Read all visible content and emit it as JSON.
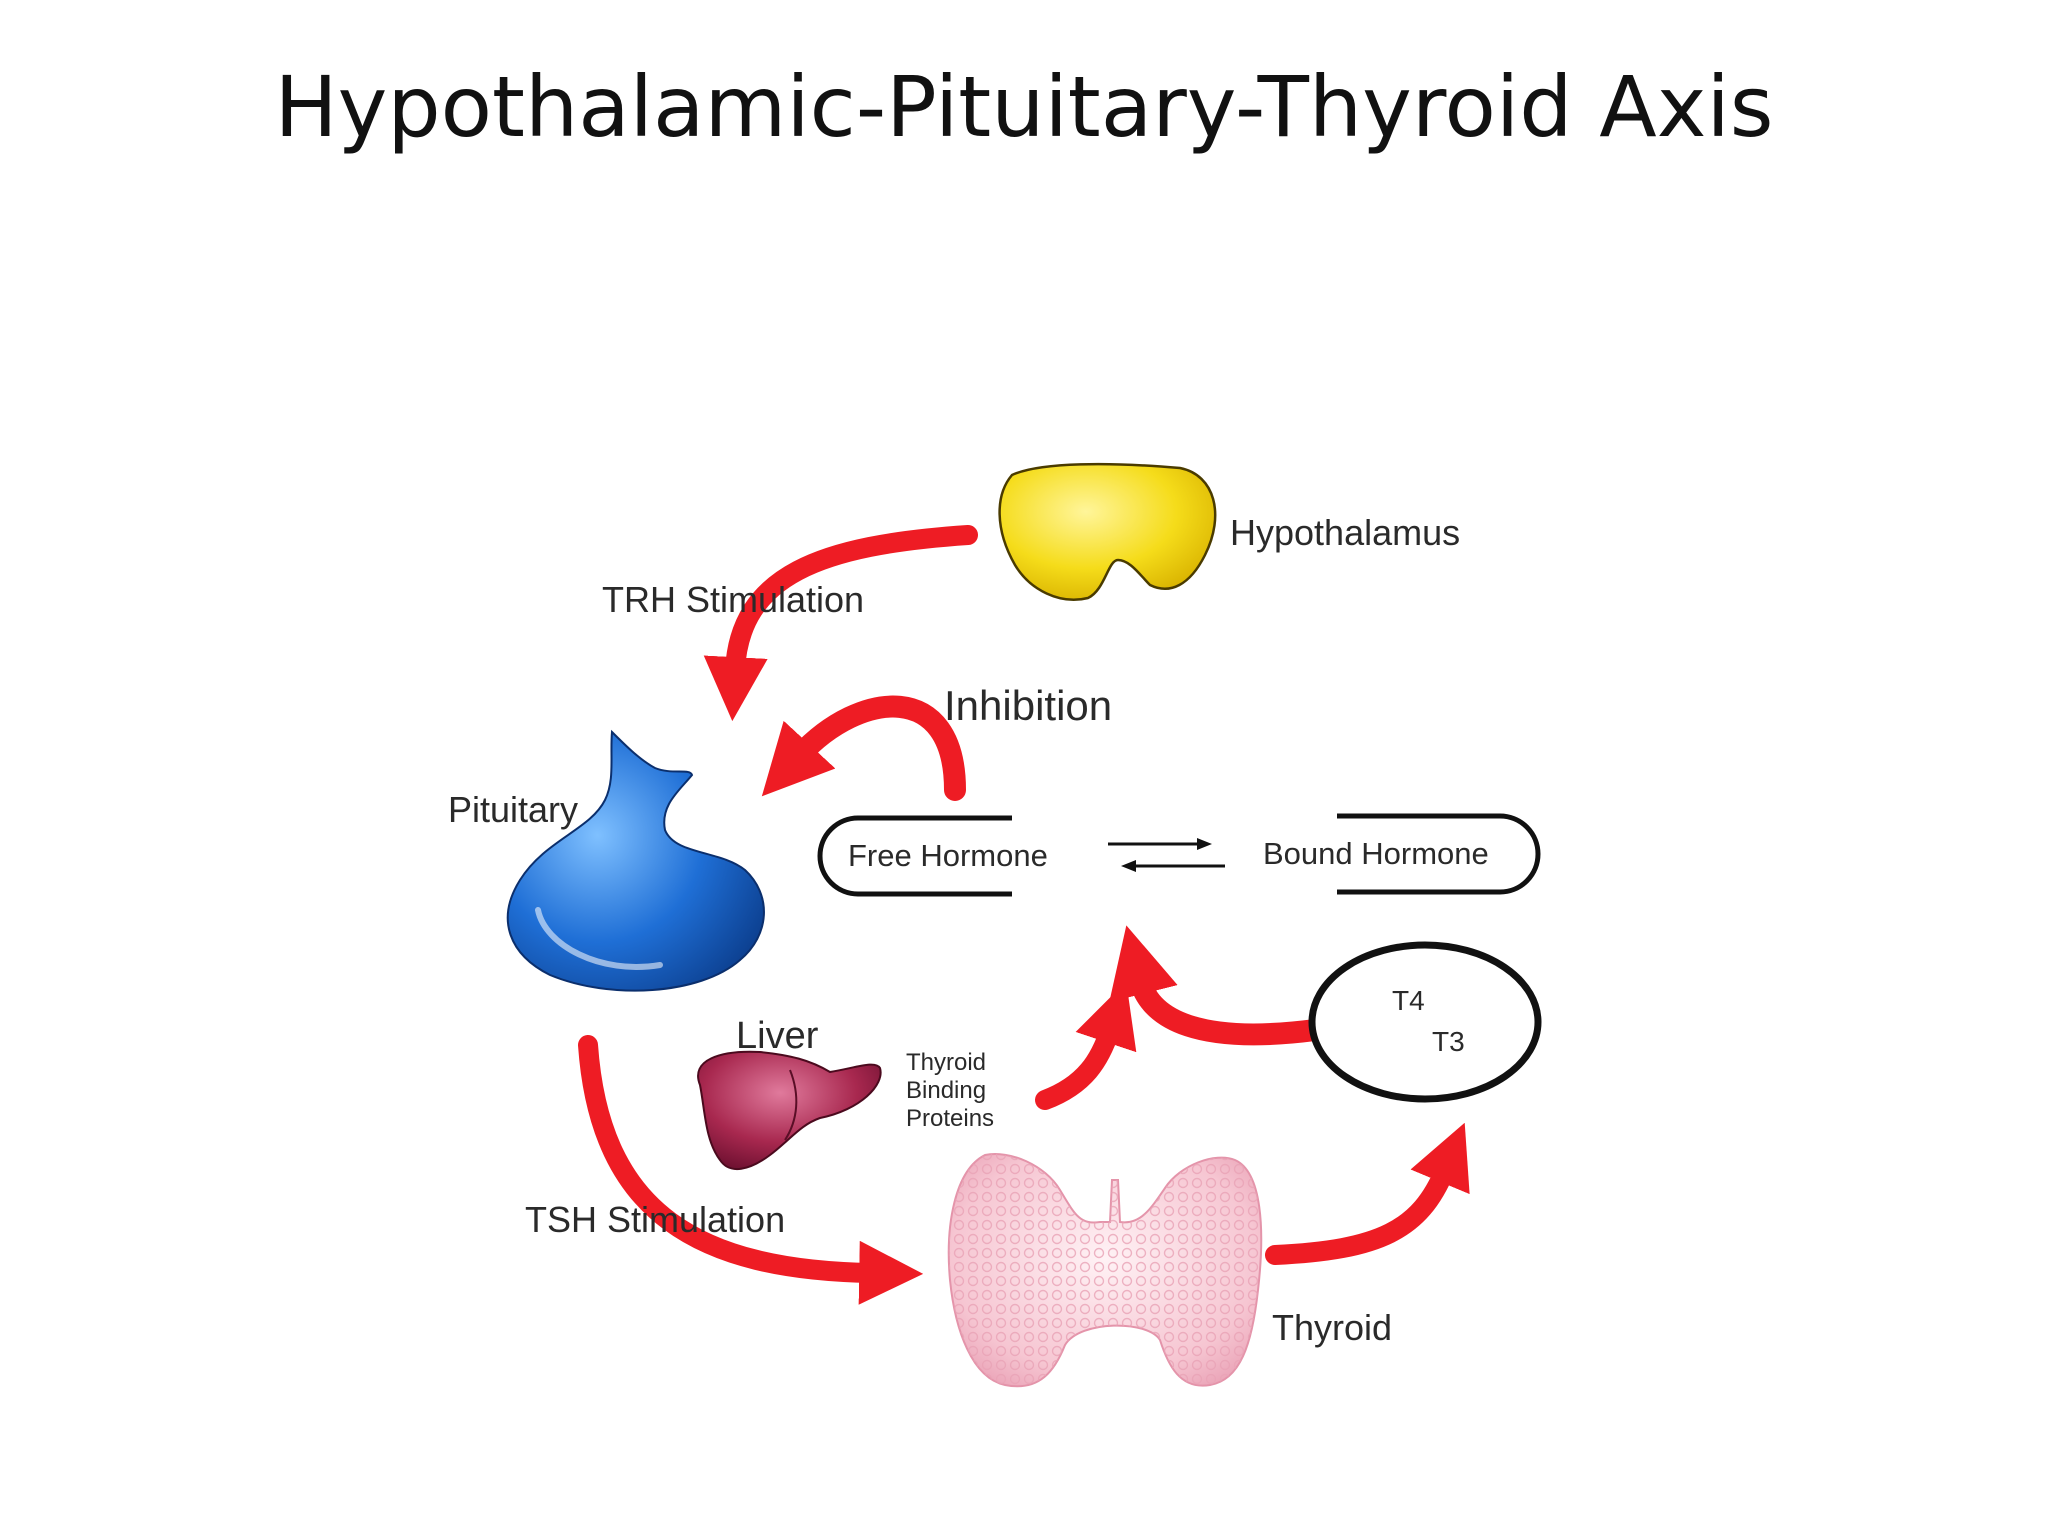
{
  "slide": {
    "title": "Hypothalamic-Pituitary-Thyroid Axis"
  },
  "labels": {
    "hypothalamus": "Hypothalamus",
    "trh_stimulation": "TRH Stimulation",
    "inhibition": "Inhibition",
    "pituitary": "Pituitary",
    "free_hormone": "Free Hormone",
    "bound_hormone": "Bound Hormone",
    "t4": "T4",
    "t3": "T3",
    "liver": "Liver",
    "binding_line1": "Thyroid",
    "binding_line2": "Binding",
    "binding_line3": "Proteins",
    "tsh_stimulation": "TSH Stimulation",
    "thyroid": "Thyroid"
  },
  "colors": {
    "arrow": "#ee1c24",
    "hypothalamus": "#f5dc1a",
    "pituitary": "#1f6fd6",
    "liver": "#a8284f",
    "thyroid": "#f6c6d2"
  }
}
